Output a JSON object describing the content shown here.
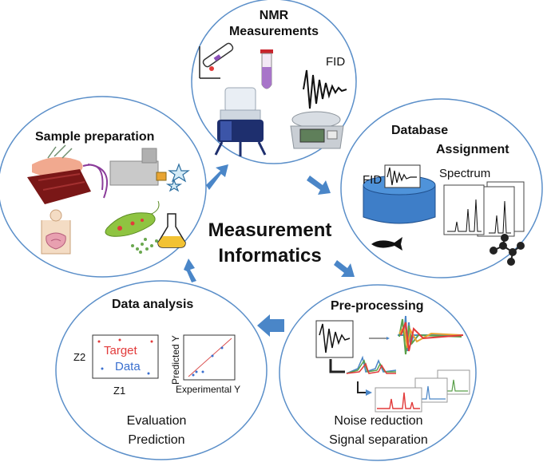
{
  "center": {
    "line1": "Measurement",
    "line2": "Informatics"
  },
  "nmr": {
    "line1": "NMR",
    "line2": "Measurements",
    "fid_label": "FID"
  },
  "database": {
    "line1": "Database",
    "line2": "Assignment",
    "fid_label": "FID",
    "spectrum_label": "Spectrum"
  },
  "sample": {
    "title": "Sample preparation"
  },
  "preprocessing": {
    "title": "Pre-processing",
    "line1": "Noise reduction",
    "line2": "Signal separation"
  },
  "analysis": {
    "title": "Data analysis",
    "target": "Target",
    "data": "Data",
    "z1": "Z1",
    "z2": "Z2",
    "ylabel": "Predicted Y",
    "xlabel": "Experimental Y",
    "line1": "Evaluation",
    "line2": "Prediction"
  },
  "colors": {
    "circle_stroke": "#5b8fc9",
    "arrow": "#4a86c8",
    "target": "#e23a3a",
    "data": "#3a6fcf"
  },
  "icons": [
    "sample-tube-icon",
    "test-tube-icon",
    "fid-decay-icon",
    "nmr-magnet-icon",
    "nmr-console-icon",
    "database-cylinder-icon",
    "spectrum-stack-icon",
    "fish-icon",
    "molecule-icon",
    "meat-icon",
    "instrument-icon",
    "star-icon",
    "body-organs-icon",
    "bacteria-icon",
    "flask-icon",
    "fid-signal-icon",
    "overlay-spectrum-icon",
    "separated-spectra-icon",
    "scatter-plot-icon",
    "regression-plot-icon"
  ]
}
